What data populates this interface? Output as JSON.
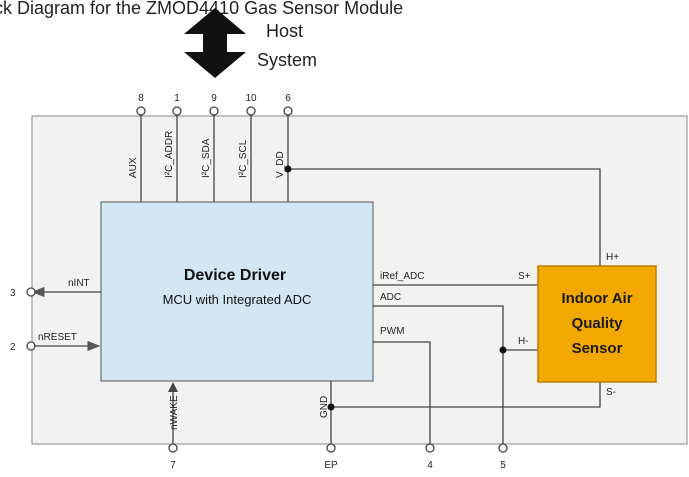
{
  "caption_fragment": "ck Diagram for the ZMOD4410 Gas Sensor Module",
  "host": {
    "line1": "Host",
    "line2": "System"
  },
  "top_pins": [
    {
      "number": "8",
      "signal": "AUX"
    },
    {
      "number": "1",
      "signal": "I²C_ADDR"
    },
    {
      "number": "9",
      "signal": "I²C_SDA"
    },
    {
      "number": "10",
      "signal": "I²C_SCL"
    },
    {
      "number": "6",
      "signal": "V_DD"
    }
  ],
  "left_pins": [
    {
      "number": "3",
      "signal": "nINT"
    },
    {
      "number": "2",
      "signal": "nRESET"
    }
  ],
  "bottom_pins": [
    {
      "number": "7",
      "signal": "nWAKE"
    },
    {
      "number": "EP",
      "signal": "GND"
    },
    {
      "number": "4",
      "signal": ""
    },
    {
      "number": "5",
      "signal": ""
    }
  ],
  "device": {
    "title": "Device Driver",
    "subtitle": "MCU with Integrated ADC"
  },
  "device_outputs": {
    "iref": "iRef_ADC",
    "adc": "ADC",
    "pwm": "PWM"
  },
  "sensor": {
    "line1": "Indoor Air",
    "line2": "Quality",
    "line3": "Sensor",
    "h_plus": "H+",
    "s_plus": "S+",
    "h_minus": "H-",
    "s_minus": "S-"
  },
  "colors": {
    "device_fill": "#d3e6f3",
    "sensor_fill": "#f3a800",
    "sensor_border": "#c07c00",
    "line": "#444444",
    "module_fill": "#f2f2f2"
  }
}
